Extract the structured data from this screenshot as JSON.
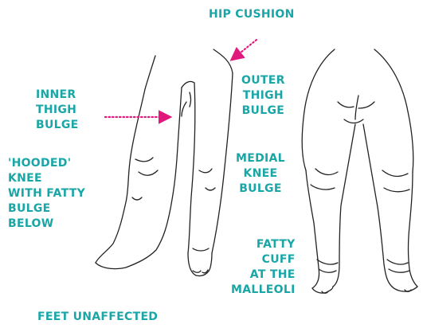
{
  "colors": {
    "label": "#1aa6a6",
    "arrow": "#e0197d",
    "outline": "#222222"
  },
  "labels": {
    "hip_cushion": [
      "HIP CUSHION"
    ],
    "inner_thigh_bulge": [
      "INNER",
      "THIGH",
      "BULGE"
    ],
    "hooded_knee": [
      "'HOODED'",
      "KNEE",
      "WITH FATTY",
      "BULGE",
      "BELOW"
    ],
    "outer_thigh_bulge": [
      "OUTER",
      "THIGH",
      "BULGE"
    ],
    "medial_knee_bulge": [
      "MEDIAL",
      "KNEE",
      "BULGE"
    ],
    "fatty_cuff": [
      "FATTY",
      "CUFF",
      "AT THE",
      "MALLEOLI"
    ],
    "feet_unaffected": [
      "FEET UNAFFECTED"
    ]
  }
}
